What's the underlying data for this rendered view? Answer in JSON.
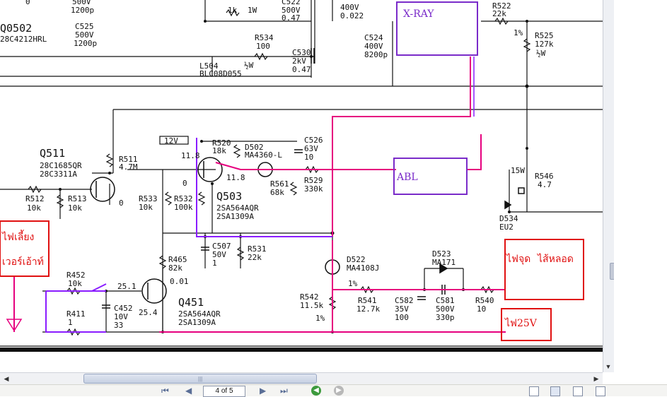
{
  "schematic": {
    "annotations": {
      "xray": "X-RAY",
      "abl": "ABL",
      "heater_line1": "ไฟจุด",
      "heater_line2": "ไส้หลอด",
      "v25": "ไฟ25V",
      "supply_line1": "ไฟเลี้ยง",
      "supply_line2": "เวอร์เอ้าท์"
    },
    "labels": {
      "t0": "0",
      "t500v": "500V",
      "t1200p_a": "1200p",
      "q0502": "Q0502",
      "q0502_part": "28C4212HRL",
      "c525": "C525",
      "c525_v": "500V",
      "c525_p": "1200p",
      "r533top_a": "1k",
      "r533top_b": "1W",
      "c522": "C522",
      "c522_v": "500V",
      "c522_c": "0.47",
      "c534_v": "400V",
      "c534_c": "0.022",
      "r522": "R522",
      "r522_v": "22k",
      "r534": "R534",
      "r534_v": "100",
      "r534_w": "½W",
      "c530": "C530",
      "c530_v": "2kV",
      "c530_c": "0.47",
      "l504": "L504",
      "l504_p": "BLC08D055",
      "c524": "C524",
      "c524_v": "400V",
      "c524_c": "8200p",
      "r525_pct": "1%",
      "r525": "R525",
      "r525_v": "127k",
      "r525_w": "½W",
      "q511": "Q511",
      "q511_p1": "28C1685QR",
      "q511_p2": "28C3311A",
      "r511": "R511",
      "r511_v": "4.7M",
      "r512": "R512",
      "r512_v": "10k",
      "r513": "R513",
      "r513_v": "10k",
      "q511_e": "0",
      "v12": "12V",
      "v11_8a": "11.8",
      "r520": "R520",
      "r520_v": "18k",
      "d502": "D502",
      "d502_p": "MA4360-L",
      "c526": "C526",
      "c526_v": "63V",
      "c526_c": "10",
      "v11_8b": "11.8",
      "r561": "R561",
      "r561_v": "68k",
      "r529": "R529",
      "r529_v": "330k",
      "r533": "R533",
      "r533_v": "10k",
      "r532": "R532",
      "r532_v": "100k",
      "q503_b": "0",
      "q503": "Q503",
      "q503_p1": "2SA564AQR",
      "q503_p2": "2SA1309A",
      "r546_w": "15W",
      "r546": "R546",
      "r546_v": "4.7",
      "d534": "D534",
      "d534_p": "EU2",
      "c507": "C507",
      "c507_v": "50V",
      "c507_c": "1",
      "r531": "R531",
      "r531_v": "22k",
      "r465": "R465",
      "r465_v": "82k",
      "q451_b": "0.01",
      "d522": "D522",
      "d522_p": "MA4108J",
      "d523": "D523",
      "d523_p": "MA171",
      "r452": "R452",
      "r452_v": "10k",
      "q451_v1": "25.1",
      "q451": "Q451",
      "q451_p1": "2SA564AQR",
      "q451_p2": "2SA1309A",
      "q451_v2": "25.4",
      "r411": "R411",
      "r411_v": "1",
      "c452": "C452",
      "c452_v": "10V",
      "c452_c": "33",
      "r542": "R542",
      "r542_v": "11.5k",
      "r542_pct": "1%",
      "r541_pct": "1%",
      "r541": "R541",
      "r541_v": "12.7k",
      "c582": "C582",
      "c582_v": "35V",
      "c582_c": "100",
      "c581": "C581",
      "c581_v": "500V",
      "c581_c": "330p",
      "r540": "R540",
      "r540_v": "10"
    }
  },
  "scrollbars": {
    "horizontal_grip": "|||",
    "left_arrow": "◀",
    "right_arrow": "▶",
    "down_arrow": "▼"
  },
  "navigation": {
    "first_page": "⏮",
    "prev_page": "◀",
    "page_value": "4 of 5",
    "next_page": "▶",
    "last_page": "⏭",
    "back": "◀",
    "forward": "▶"
  },
  "colors": {
    "annotation_red": "#e01010",
    "annotation_purple": "#7a2bc9",
    "trace_magenta": "#e6007e",
    "trace_purple": "#8a1cff"
  }
}
